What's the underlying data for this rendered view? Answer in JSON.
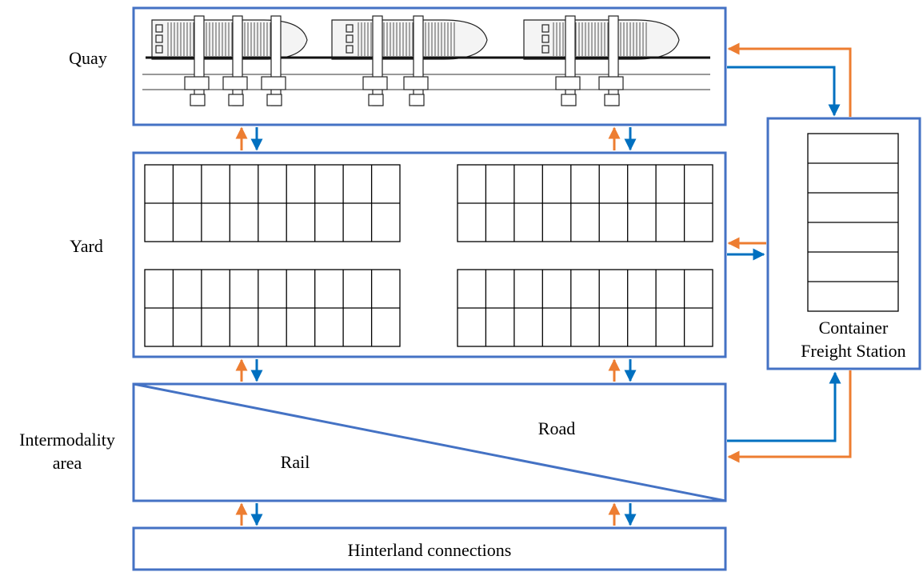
{
  "labels": {
    "quay": "Quay",
    "yard": "Yard",
    "intermodality_line1": "Intermodality",
    "intermodality_line2": "area",
    "rail": "Rail",
    "road": "Road",
    "cfs_line1": "Container",
    "cfs_line2": "Freight Station",
    "hinterland": "Hinterland connections"
  },
  "colors": {
    "box_border": "#4472C4",
    "arrow_down": "#0070C0",
    "arrow_up": "#ED7D31",
    "grid_line": "#000000"
  },
  "structure": {
    "yard_blocks": 4,
    "yard_block_rows": 2,
    "yard_block_cols": 9,
    "cfs_slots": 6,
    "ships": 3
  }
}
